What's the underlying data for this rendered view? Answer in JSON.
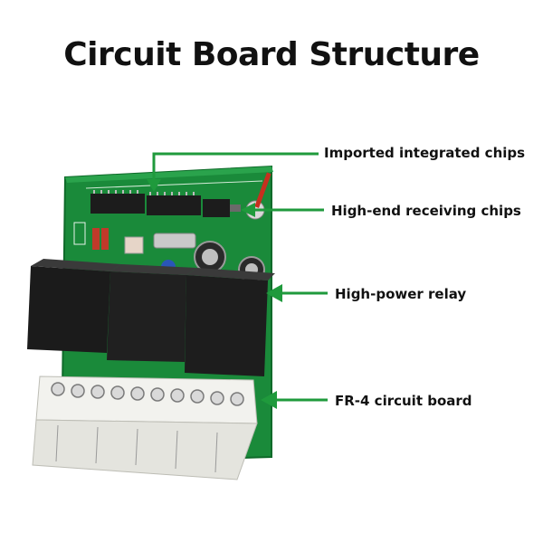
{
  "title": "Circuit Board Structure",
  "callouts": {
    "chips": "Imported integrated chips",
    "receiving": "High-end receiving chips",
    "relay": "High-power relay",
    "board": "FR-4 circuit board"
  },
  "colors": {
    "board_green": "#1a8a3a",
    "arrow_green": "#1f9a3c",
    "relay_black": "#1b1b1b",
    "connector_white": "#f2f2ee"
  }
}
